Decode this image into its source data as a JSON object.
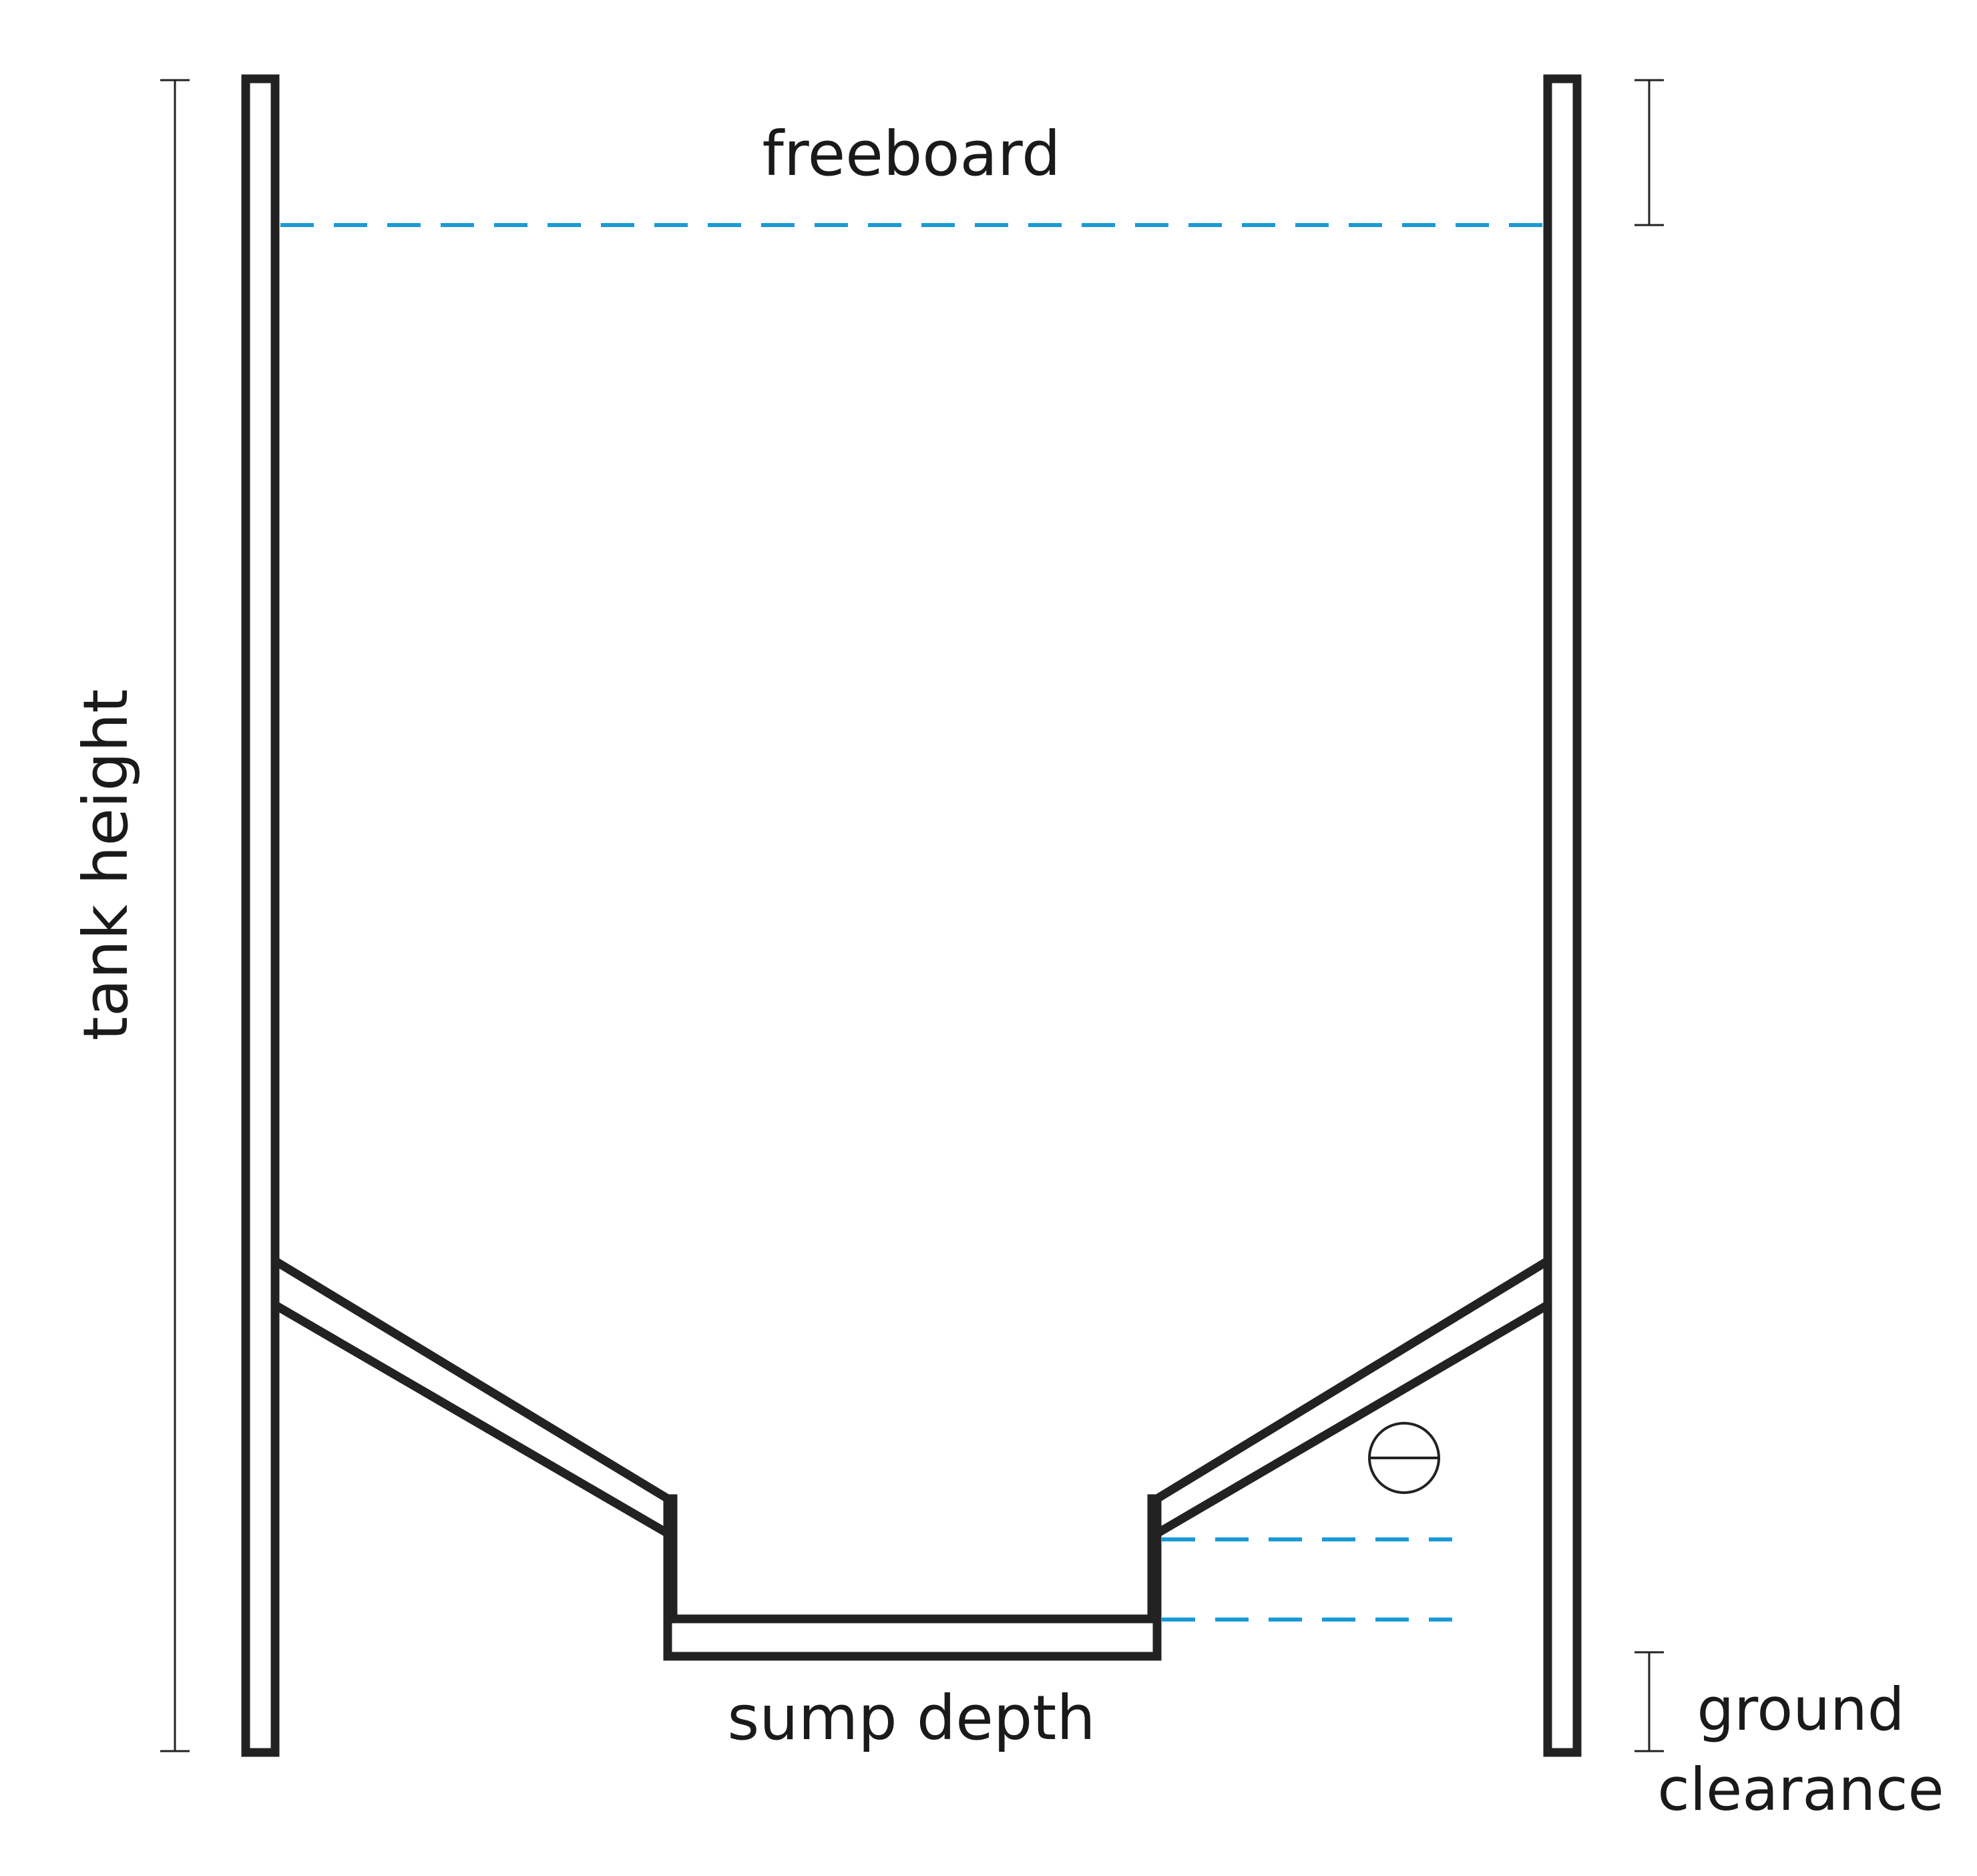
{
  "labels": {
    "freeboard": "freeboard",
    "tank_height": "tank height",
    "sump_depth": "sump depth",
    "ground_clearance_line1": "ground",
    "ground_clearance_line2": "clearance"
  },
  "icons": {
    "water_level_symbol": "circle-with-horizontal-bar-icon"
  },
  "colors": {
    "structure": "#222222",
    "water_level": "#1a9ad6",
    "background": "#ffffff"
  }
}
